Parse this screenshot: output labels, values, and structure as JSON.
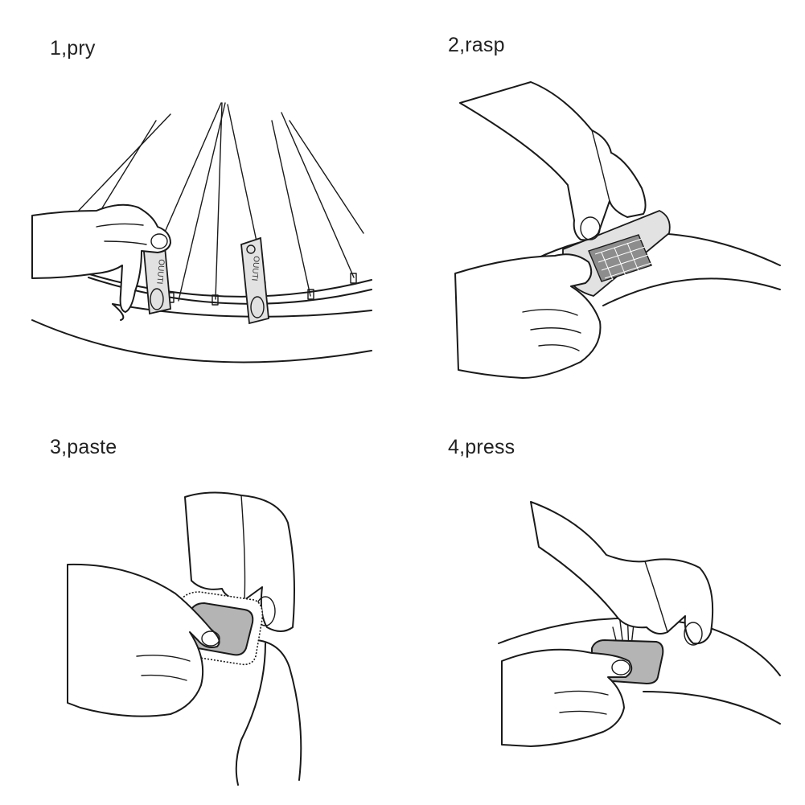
{
  "steps": [
    {
      "label": "1,pry",
      "tool_text": "OUUTI"
    },
    {
      "label": "2,rasp"
    },
    {
      "label": "3,paste"
    },
    {
      "label": "4,press"
    }
  ],
  "colors": {
    "line": "#1a1a1a",
    "patch": "#b4b4b4",
    "lever": "#e2e2e2",
    "background": "#ffffff"
  },
  "icons": [
    "hand-icon",
    "tire-lever-icon",
    "rasp-file-icon",
    "rubber-patch-icon",
    "wheel-spokes-icon"
  ]
}
